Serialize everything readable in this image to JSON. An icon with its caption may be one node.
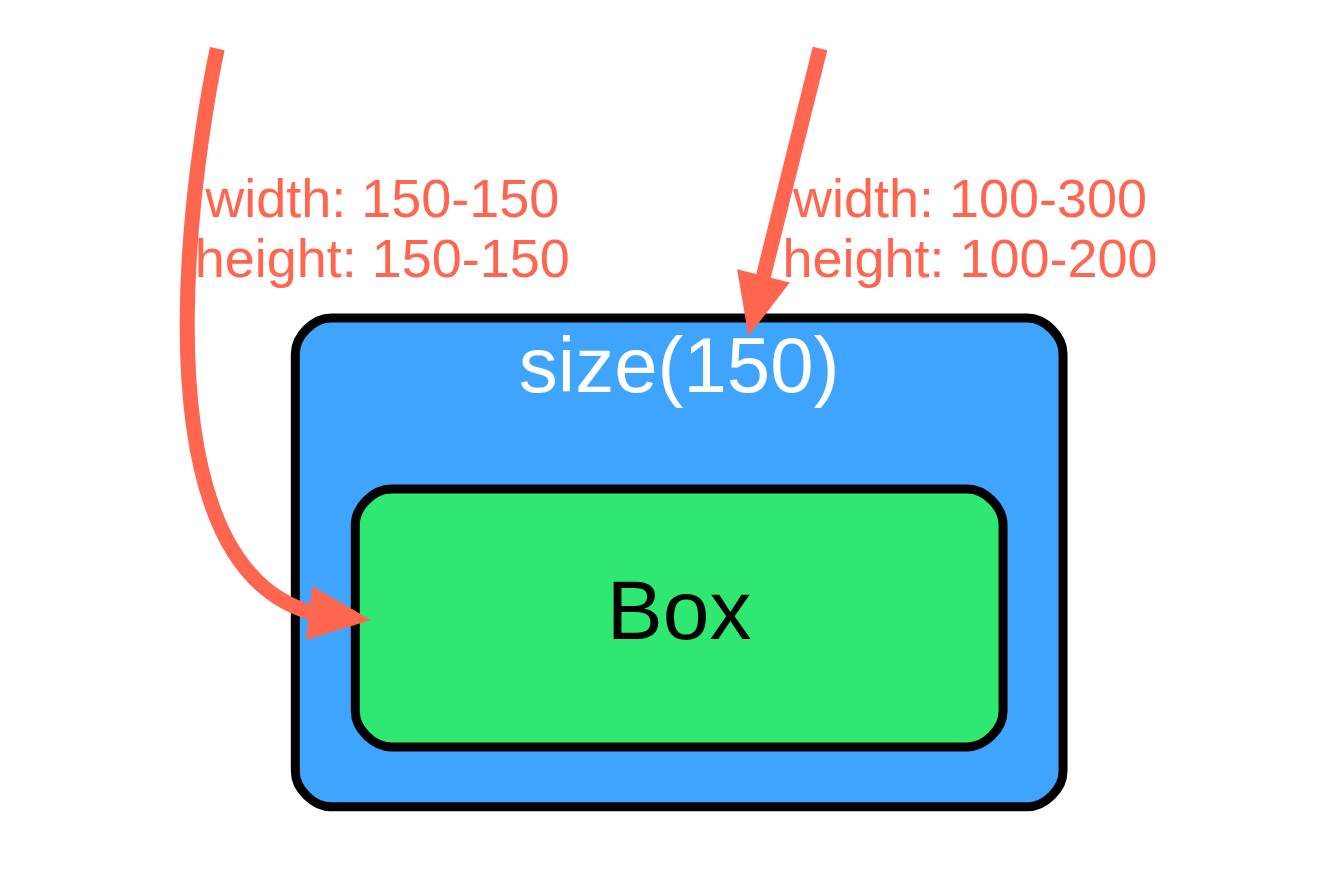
{
  "diagram": {
    "nodes": [
      {
        "text": [
          "size(150)"
        ]
      },
      {
        "text": [
          "Box"
        ],
        "in": 0
      }
    ],
    "edges": [
      {
        "from": null,
        "to": 0,
        "arrow": "to",
        "label": "width: 100-300 height: 100-200",
        "color": "#ff6650"
      },
      {
        "from": null,
        "to": 1,
        "arrow": "to",
        "label": "width: 150-150 height: 150-150",
        "color": "#ff6650"
      }
    ]
  }
}
